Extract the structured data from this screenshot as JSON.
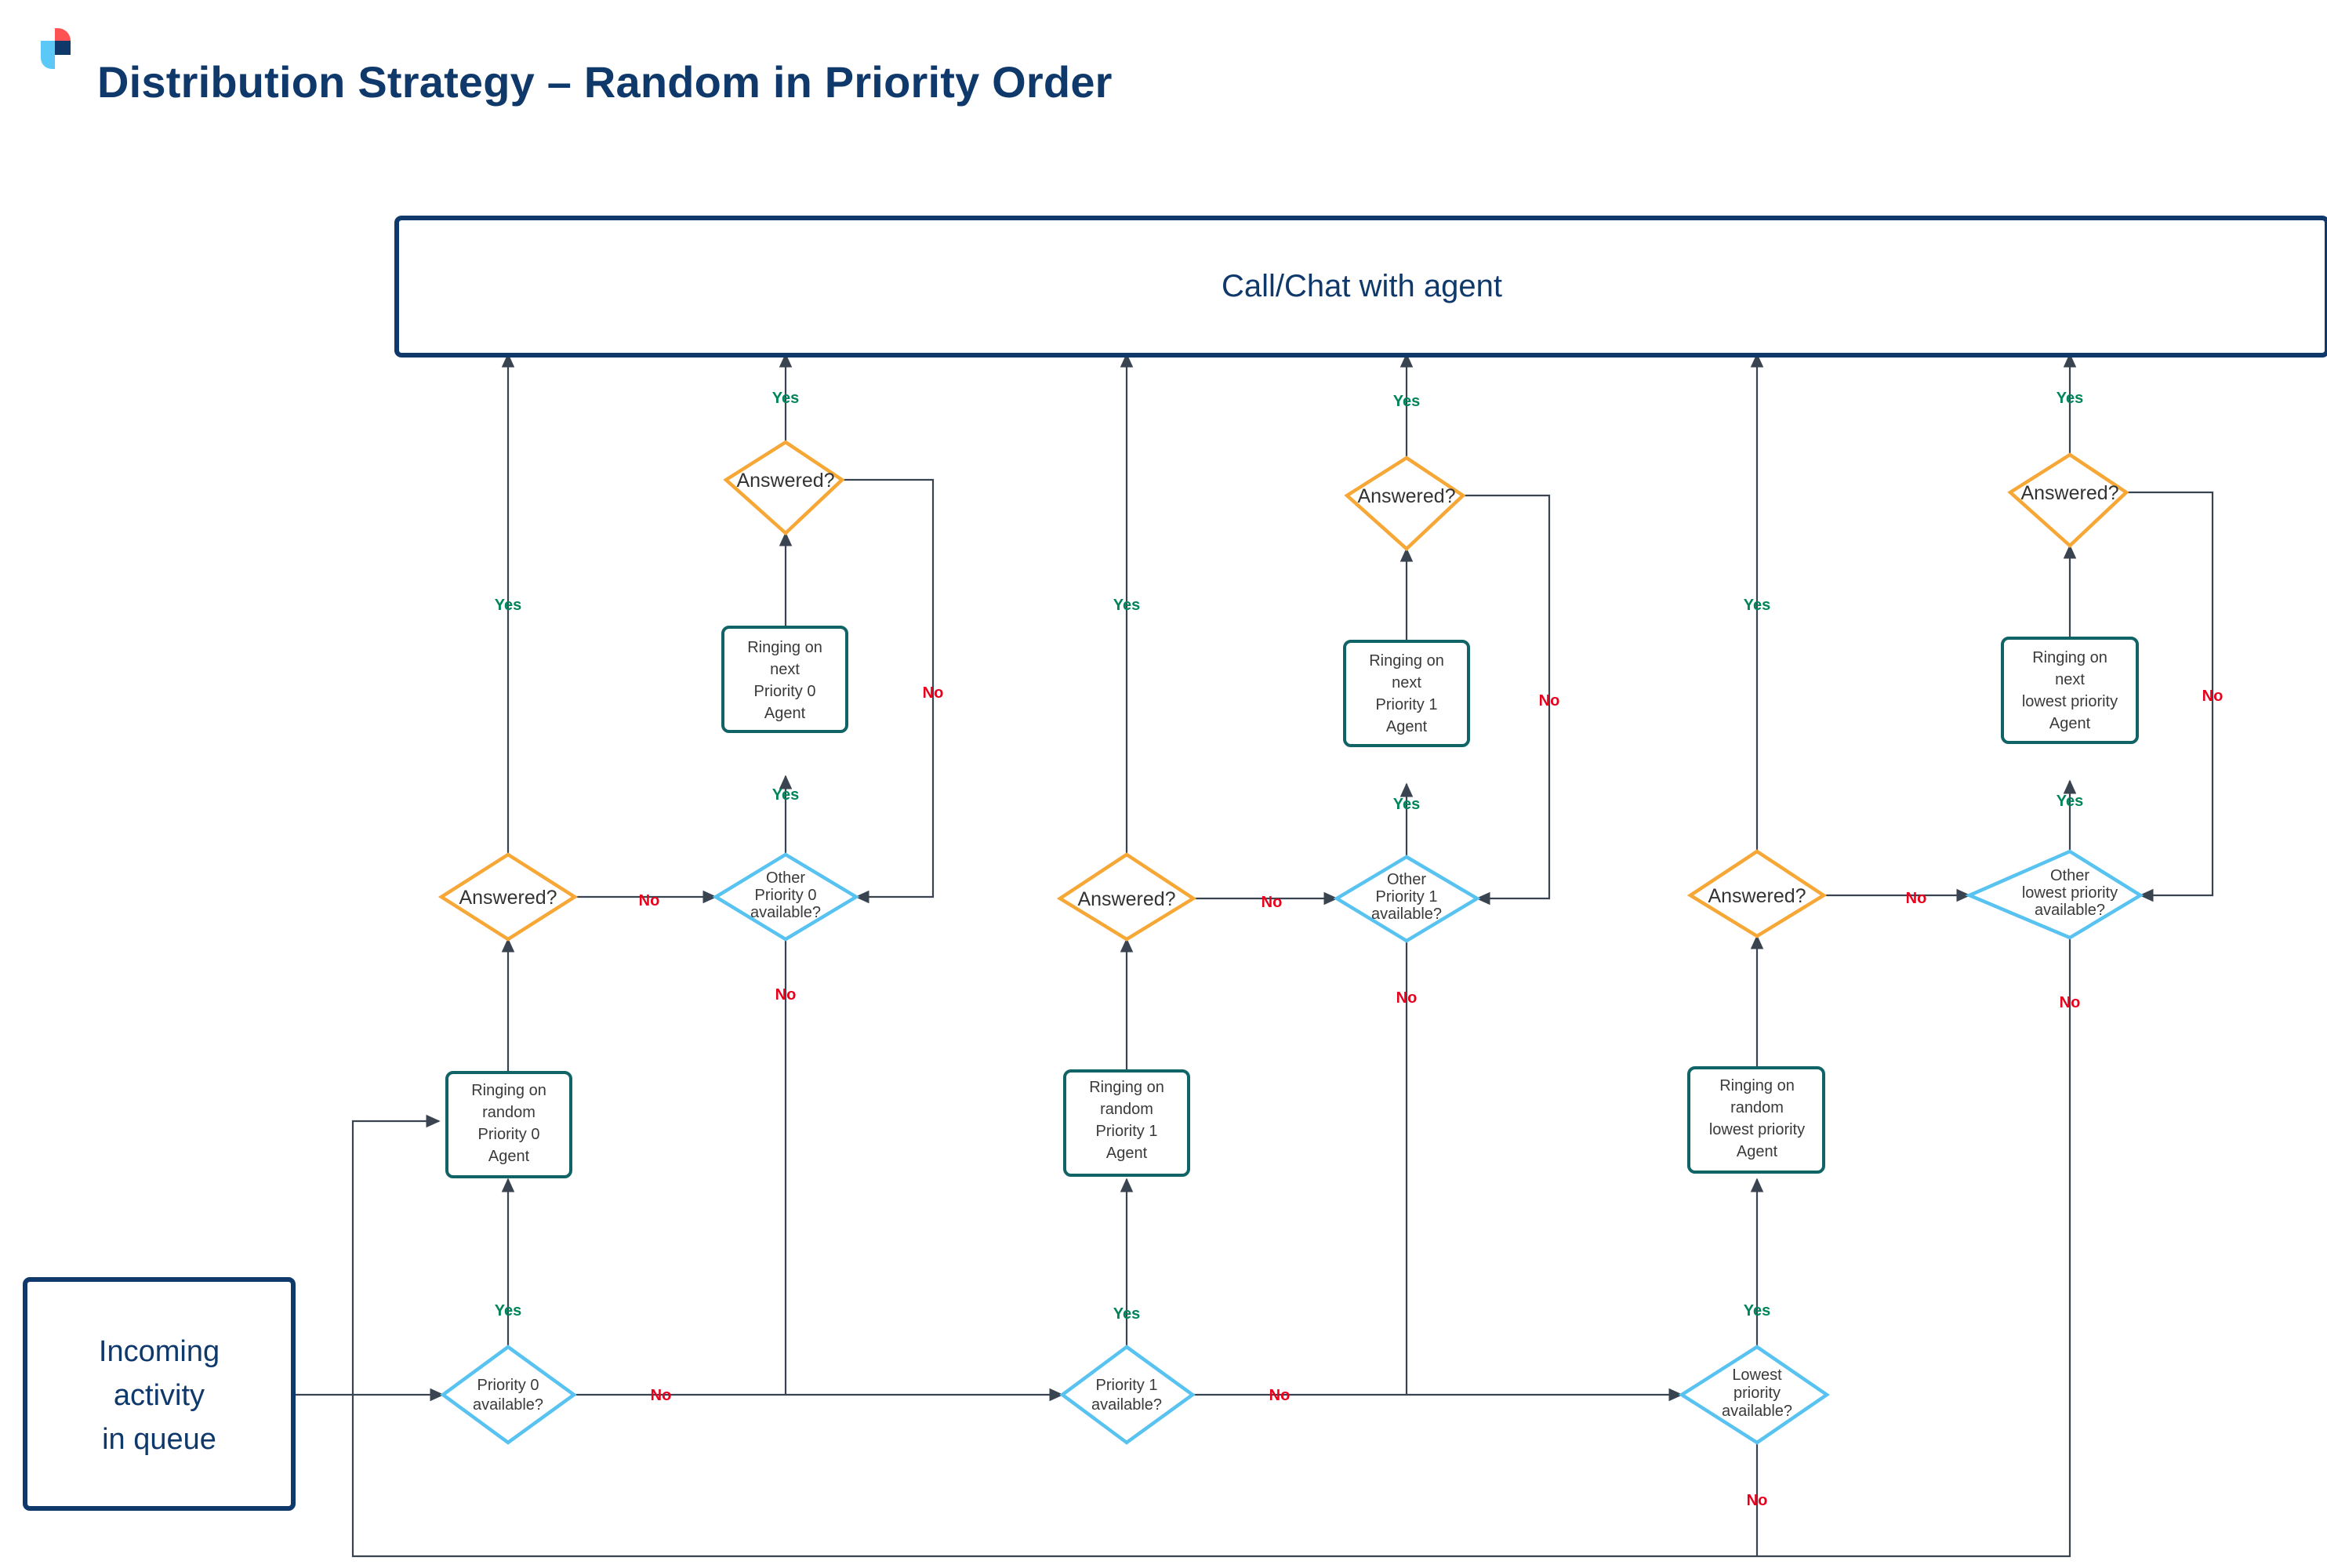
{
  "header": {
    "title": "Distribution Strategy – Random in Priority Order",
    "logo_name": "dialpad-logo",
    "title_color": "#10396B"
  },
  "palette": {
    "brand_navy": "#10396B",
    "logo_red": "#FF5252",
    "logo_light_blue": "#5CC8F7",
    "process_border": "#116466",
    "decision_blue": "#58C3F0",
    "decision_orange": "#F6A735",
    "yes_label": "#00855B",
    "no_label": "#E8001C",
    "edge": "#3a4450"
  },
  "nodes": {
    "call_chat": "Call/Chat with agent",
    "incoming": "Incoming\nactivity\nin queue",
    "incoming_lines": [
      "Incoming",
      "activity",
      "in queue"
    ],
    "p0": {
      "available": [
        "Priority 0",
        "available?"
      ],
      "ringing_random": [
        "Ringing on",
        "random",
        "Priority 0",
        "Agent"
      ],
      "answered": "Answered?",
      "other_available": [
        "Other",
        "Priority 0",
        "available?"
      ],
      "ringing_next": [
        "Ringing on",
        "next",
        "Priority 0",
        "Agent"
      ],
      "answered2": "Answered?"
    },
    "p1": {
      "available": [
        "Priority 1",
        "available?"
      ],
      "ringing_random": [
        "Ringing on",
        "random",
        "Priority 1",
        "Agent"
      ],
      "answered": "Answered?",
      "other_available": [
        "Other",
        "Priority 1",
        "available?"
      ],
      "ringing_next": [
        "Ringing on",
        "next",
        "Priority 1",
        "Agent"
      ],
      "answered2": "Answered?"
    },
    "plow": {
      "available": [
        "Lowest",
        "priority",
        "available?"
      ],
      "ringing_random": [
        "Ringing on",
        "random",
        "lowest priority",
        "Agent"
      ],
      "answered": "Answered?",
      "other_available": [
        "Other",
        "lowest priority",
        "available?"
      ],
      "ringing_next": [
        "Ringing on",
        "next",
        "lowest priority",
        "Agent"
      ],
      "answered2": "Answered?"
    }
  },
  "edge_labels": {
    "yes": "Yes",
    "no": "No"
  }
}
